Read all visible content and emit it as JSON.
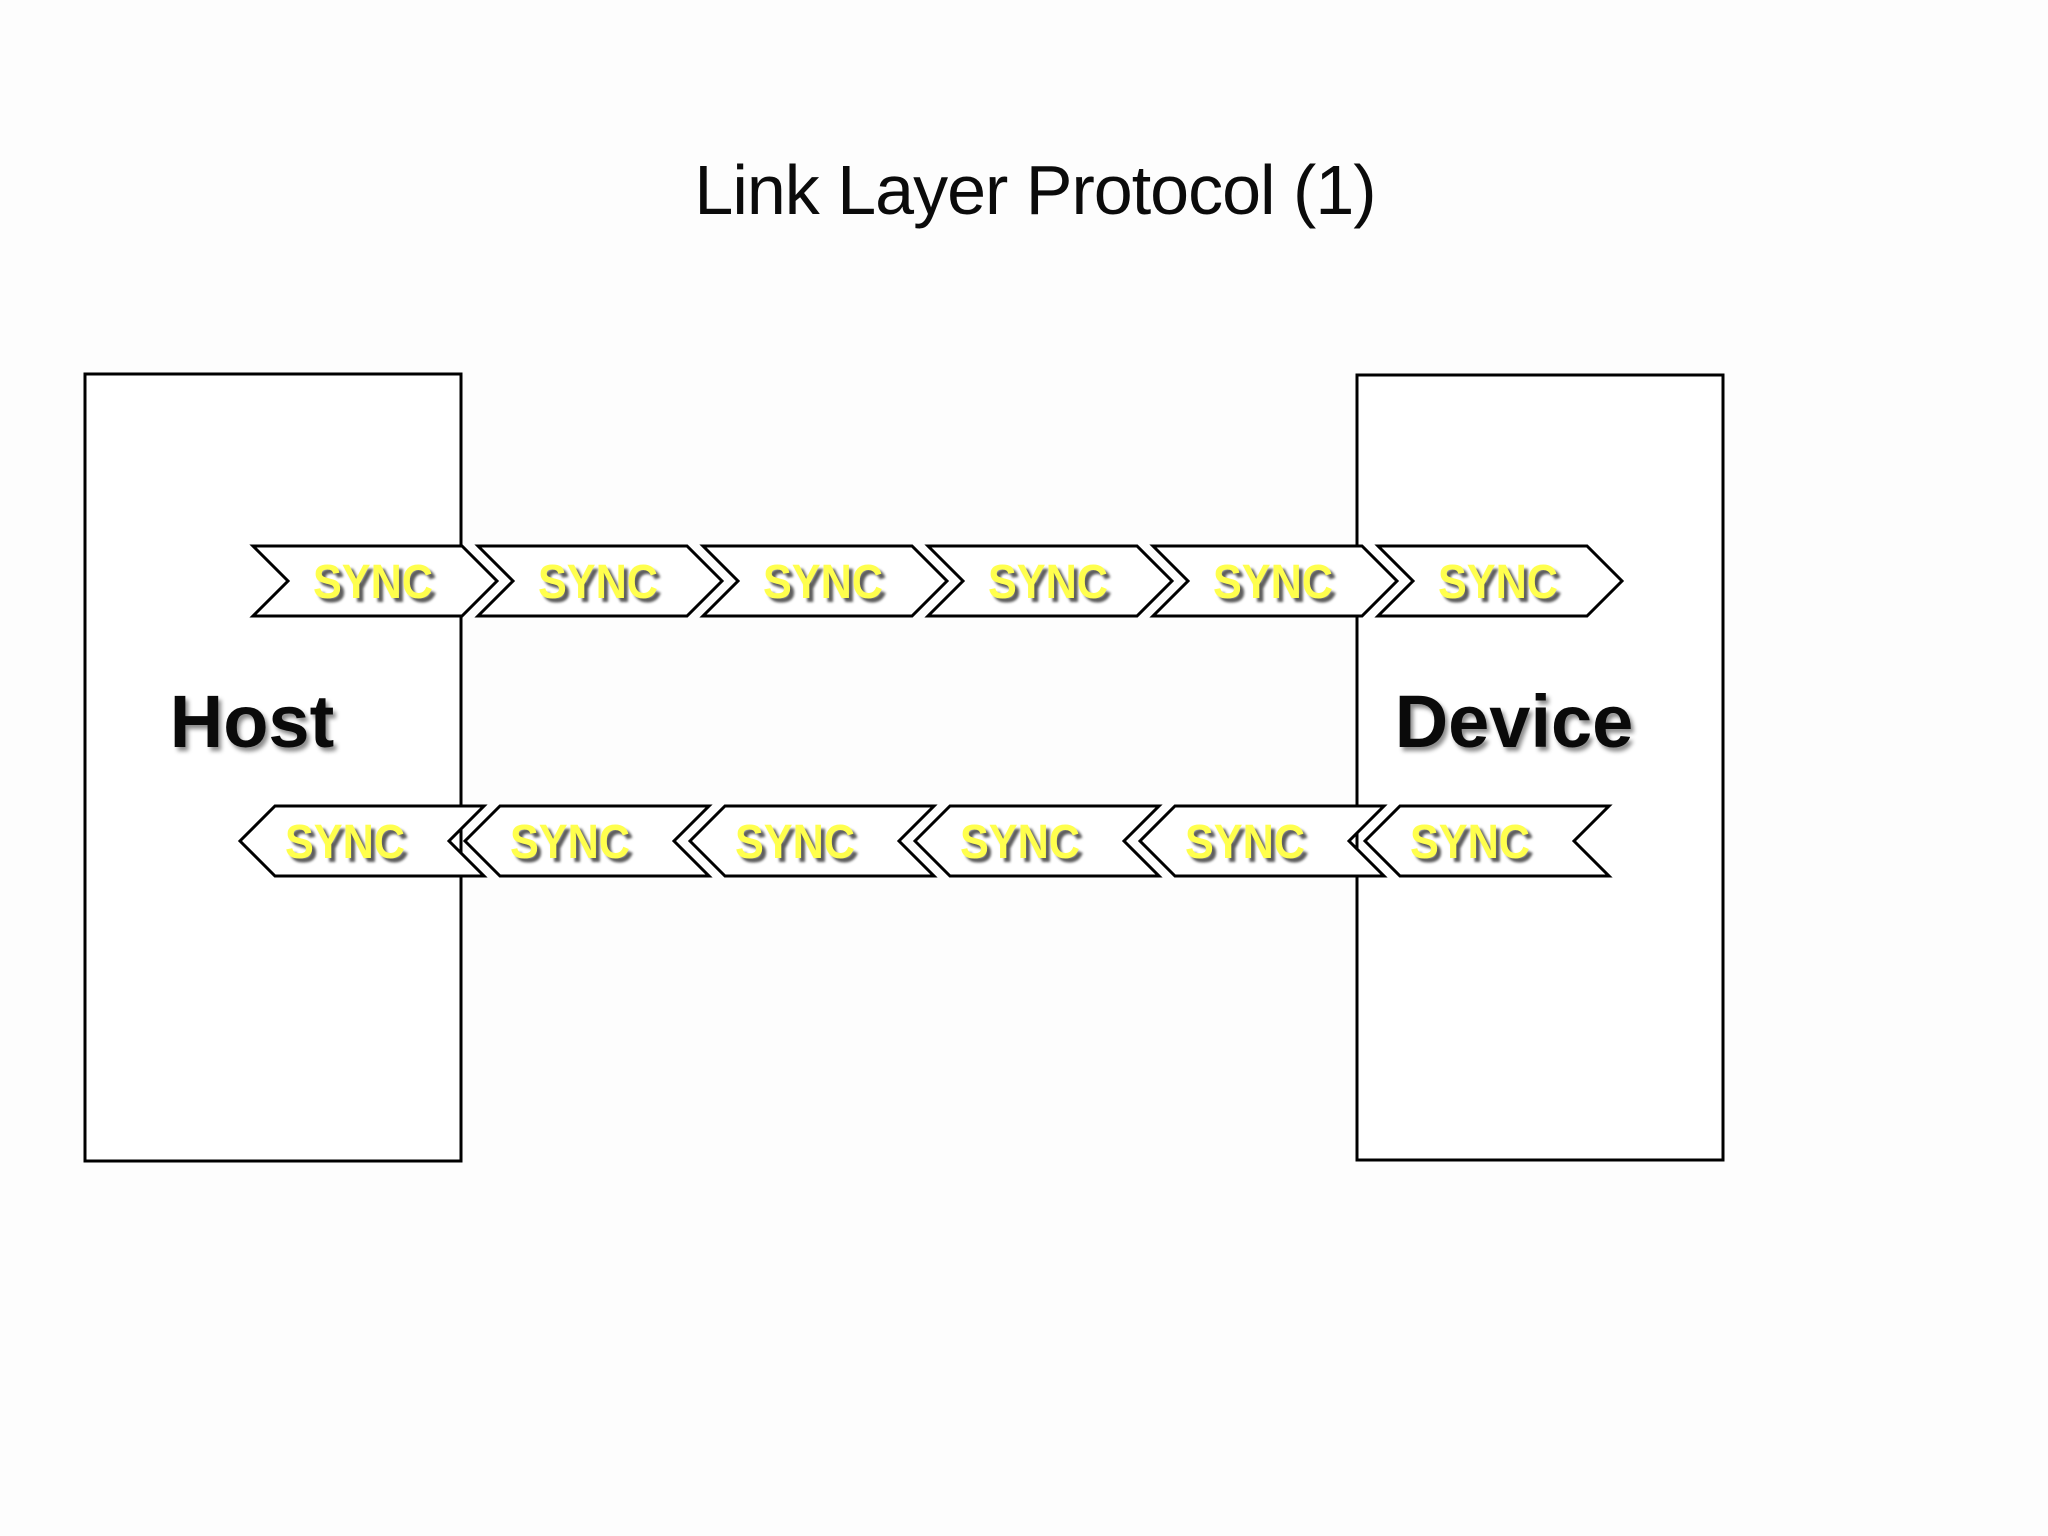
{
  "title": "Link Layer Protocol (1)",
  "host": {
    "label": "Host"
  },
  "device": {
    "label": "Device"
  },
  "flows": {
    "host_to_device": {
      "direction": "right",
      "count": 6,
      "packets": [
        "SYNC",
        "SYNC",
        "SYNC",
        "SYNC",
        "SYNC",
        "SYNC"
      ]
    },
    "device_to_host": {
      "direction": "left",
      "count": 6,
      "packets": [
        "SYNC",
        "SYNC",
        "SYNC",
        "SYNC",
        "SYNC",
        "SYNC"
      ]
    }
  },
  "colors": {
    "background": "#FDFDFD",
    "outline": "#000000",
    "packet_fill": "#FFFFFF",
    "packet_text": "#FFFF4D",
    "packet_text_shadow": "#3F3F3F",
    "label_text": "#0A0A0A"
  }
}
